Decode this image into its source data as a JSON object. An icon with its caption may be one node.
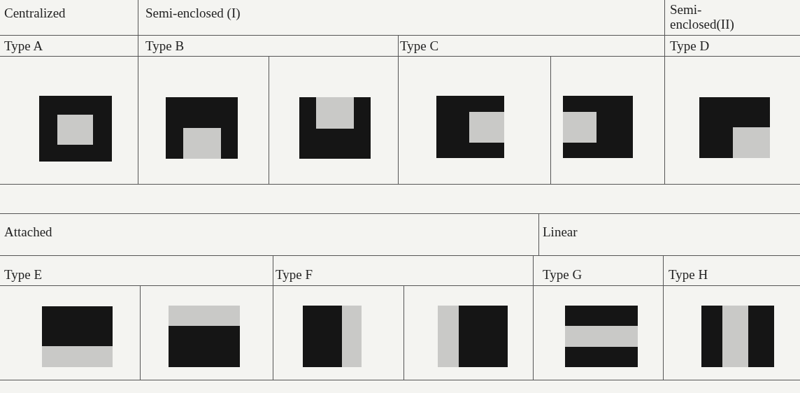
{
  "diagram": {
    "labels": [
      "Centralized",
      "Semi-enclosed (I)",
      "Semi-enclosed(II)",
      "Type A",
      "Type B",
      "Type C",
      "Type D",
      "Attached",
      "Linear",
      "Type E",
      "Type F",
      "Type G",
      "Type H"
    ]
  }
}
